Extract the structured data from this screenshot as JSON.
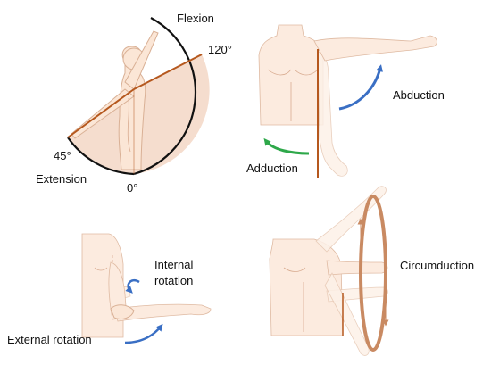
{
  "panels": {
    "flexion_extension": {
      "labels": {
        "flexion": "Flexion",
        "extension": "Extension"
      },
      "angles": {
        "a120": "120°",
        "a45": "45°",
        "a0": "0°"
      },
      "colors": {
        "arc": "#111111",
        "line": "#b5581e",
        "sector": "#f2d2bd"
      }
    },
    "abduction_adduction": {
      "labels": {
        "abduction": "Abduction",
        "adduction": "Adduction"
      },
      "colors": {
        "abduction_arrow": "#3a6fc4",
        "adduction_arrow": "#2ea84a",
        "midline": "#b5581e"
      }
    },
    "rotation": {
      "labels": {
        "internal_line1": "Internal",
        "internal_line2": "rotation",
        "external": "External rotation"
      },
      "colors": {
        "arrow": "#3a6fc4"
      }
    },
    "circumduction": {
      "labels": {
        "circumduction": "Circumduction"
      },
      "colors": {
        "ring": "#c98a62"
      }
    }
  }
}
